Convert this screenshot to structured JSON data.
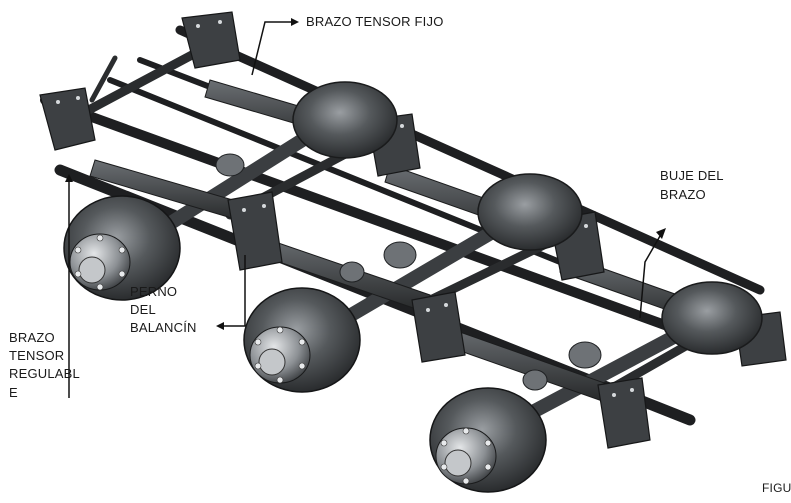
{
  "labels": {
    "fixed_arm": "BRAZO TENSOR FIJO",
    "arm_bushing_1": "BUJE DEL",
    "arm_bushing_2": "BRAZO",
    "equalizer_pin_1": "PERNO",
    "equalizer_pin_2": "DEL",
    "equalizer_pin_3": "BALANCÍN",
    "adjustable_arm_1": "BRAZO",
    "adjustable_arm_2": "TENSOR",
    "adjustable_arm_3": "REGULABL",
    "adjustable_arm_4": "E",
    "figure_tag": "FIGU"
  },
  "colors": {
    "metal_dark": "#2f3133",
    "metal_mid": "#4a4d50",
    "metal_light": "#8b8f93",
    "highlight": "#c9cccf",
    "leader_line": "#111111"
  }
}
